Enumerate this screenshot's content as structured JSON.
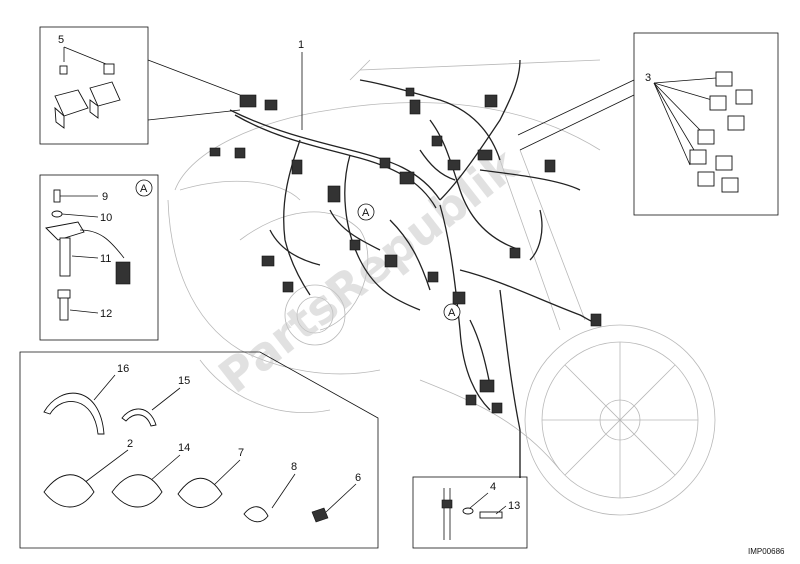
{
  "callouts": {
    "c1": "1",
    "c2": "2",
    "c3": "3",
    "c4": "4",
    "c5": "5",
    "c6": "6",
    "c7": "7",
    "c8": "8",
    "c9": "9",
    "c10": "10",
    "c11": "11",
    "c12": "12",
    "c13": "13",
    "c14": "14",
    "c15": "15",
    "c16": "16"
  },
  "ref_marker": "A",
  "image_code": "IMP00686",
  "watermark": "PartsRepublik"
}
